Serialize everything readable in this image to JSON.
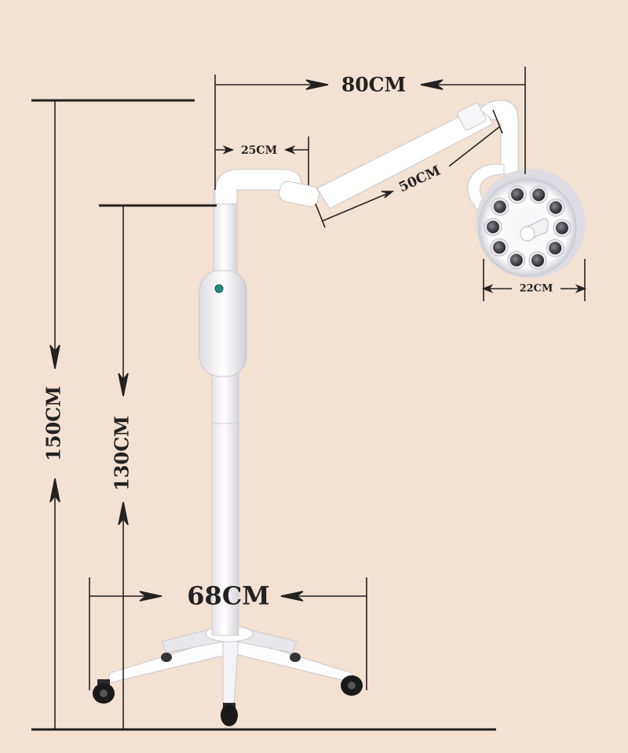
{
  "dimensions": {
    "total_height": "150CM",
    "pole_height": "130CM",
    "arm_span": "80CM",
    "upper_arm": "25CM",
    "lower_arm": "50CM",
    "head_diameter": "22CM",
    "base_width": "68CM"
  },
  "colors": {
    "background": "#f3e1d2",
    "line": "#222222",
    "lamp_body": "#ffffff",
    "lamp_shade": "#d9d9df",
    "led": "#4a4a4f",
    "indicator": "#1f8f80",
    "caster": "#1a1a1a"
  },
  "led_count": 10
}
